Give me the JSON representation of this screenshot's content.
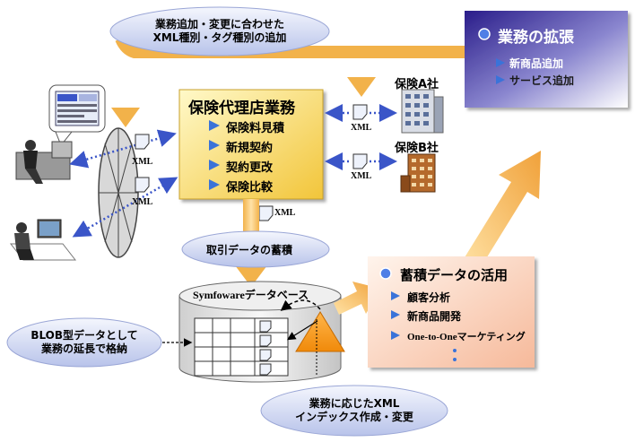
{
  "top_oval": {
    "line1": "業務追加・変更に合わせた",
    "line2": "XML種別・タグ種別の追加"
  },
  "expansion_box": {
    "title": "業務の拡張",
    "items": [
      "新商品追加",
      "サービス追加"
    ]
  },
  "agency_box": {
    "title": "保険代理店業務",
    "items": [
      "保険料見積",
      "新規契約",
      "契約更改",
      "保険比較"
    ]
  },
  "companies": {
    "a": "保険A社",
    "b": "保険B社"
  },
  "xml_tags": {
    "left_top": "XML",
    "left_bottom": "XML",
    "right_top": "XML",
    "right_bottom": "XML",
    "center": "XML"
  },
  "accumulation_oval": "取引データの蓄積",
  "database_label": "Symfowareデータベース",
  "blob_oval": {
    "line1": "BLOB型データとして",
    "line2": "業務の延長で格納"
  },
  "index_oval": {
    "line1": "業務に応じたXML",
    "line2": "インデックス作成・変更"
  },
  "utilization_box": {
    "title": "蓄積データの活用",
    "items": [
      "顧客分析",
      "新商品開発",
      "One-to-Oneマーケティング"
    ],
    "ellipsis": "・\n・"
  }
}
